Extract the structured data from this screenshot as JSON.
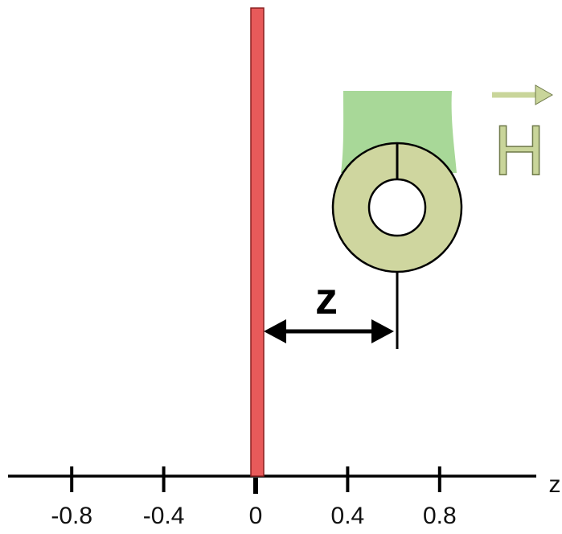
{
  "axis": {
    "name": "z",
    "ticks": [
      {
        "value": -0.8,
        "label": "-0.8"
      },
      {
        "value": -0.4,
        "label": "-0.4"
      },
      {
        "value": 0,
        "label": "0"
      },
      {
        "value": 0.4,
        "label": "0.4"
      },
      {
        "value": 0.8,
        "label": "0.8"
      }
    ]
  },
  "distance_label": "z",
  "field_label": "H",
  "colors": {
    "wall": "#e85a5a",
    "wall_outline": "#8a1f1f",
    "ring": "#cfd69f",
    "holder": "#a8d898",
    "axis": "#000000",
    "field_arrow": "#c9d59a"
  }
}
